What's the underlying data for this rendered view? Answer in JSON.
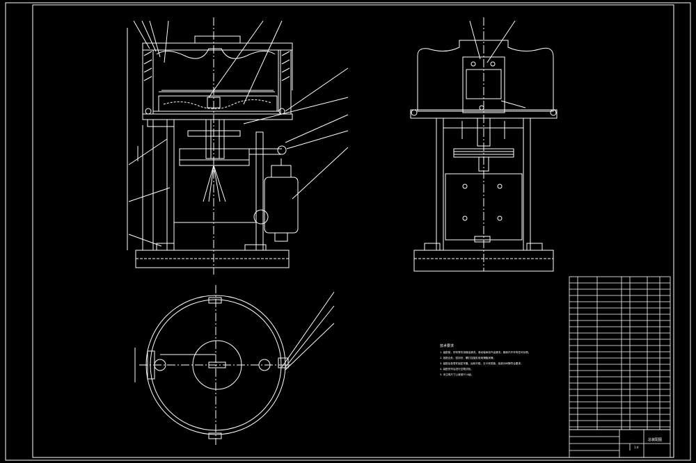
{
  "drawing": {
    "line_color": "#ffffff",
    "background_color": "#000000",
    "accent_color": "#ffffff"
  },
  "notes": {
    "heading": "技术要求",
    "lines": [
      "1. 装配前，所有零件用煤油清洗，滚动轴承用汽油清洗，箱体内不许有任何杂物。",
      "2. 各配合处、密封处、螺钉连接处用润滑脂润滑。",
      "3. 装配后各零件固定牢靠，运转平稳，无卡死现象，各部分间隙符合要求。",
      "4. 装配完毕后进行空载试验。",
      "5. 未注明尺寸公差按IT14级。"
    ]
  },
  "title_block": {
    "drawing_title": "总装配图",
    "scale": "1:4"
  }
}
